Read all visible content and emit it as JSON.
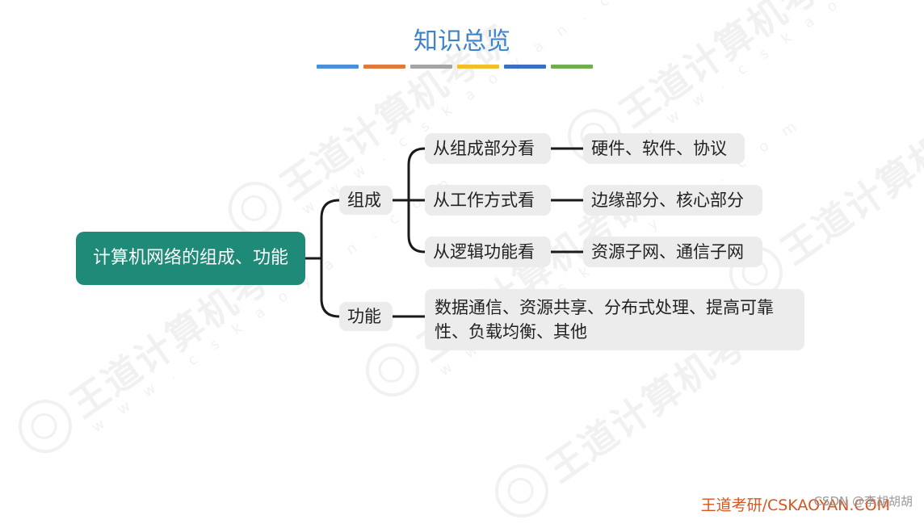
{
  "header": {
    "title": "知识总览",
    "bar_colors": [
      "#4a90d9",
      "#e07a3c",
      "#a5a5a5",
      "#f2bf2a",
      "#3d6fc1",
      "#72ad4e"
    ]
  },
  "mindmap": {
    "root": {
      "label": "计算机网络的组成、功能"
    },
    "branches": [
      {
        "label": "组成",
        "children": [
          {
            "label": "从组成部分看",
            "detail": "硬件、软件、协议"
          },
          {
            "label": "从工作方式看",
            "detail": "边缘部分、核心部分"
          },
          {
            "label": "从逻辑功能看",
            "detail": "资源子网、通信子网"
          }
        ]
      },
      {
        "label": "功能",
        "detail": "数据通信、资源共享、分布式处理、提高可靠性、负载均衡、其他"
      }
    ]
  },
  "colors": {
    "root_fill": "#1e8a77",
    "node_fill": "#ececec",
    "title_color": "#3f84c9",
    "footer_brand_color": "#d9541f"
  },
  "watermark": {
    "brand": "王道计算机考研",
    "url": "w w w . c s k a o y a n . c o m"
  },
  "footer": {
    "brand": "王道考研/CSKAOYAN.COM",
    "credit": "CSDN @李胡胡胡"
  }
}
